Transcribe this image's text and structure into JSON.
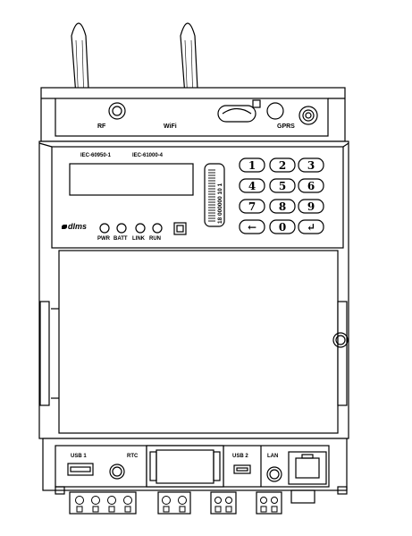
{
  "device": {
    "antenna_labels": {
      "rf": "RF",
      "wifi": "WiFi",
      "gprs": "GPRS"
    },
    "standards": [
      "IEC-60950-1",
      "IEC-61000-4"
    ],
    "brand": "dlms",
    "barcode_number": "18 000000 10 1",
    "leds": [
      "PWR",
      "BATT",
      "LINK",
      "RUN"
    ],
    "keypad": [
      "1",
      "2",
      "3",
      "4",
      "5",
      "6",
      "7",
      "8",
      "9",
      "←",
      "0",
      "↵"
    ],
    "ports": {
      "usb1": "USB 1",
      "rtc": "RTC",
      "usb2": "USB 2",
      "lan": "LAN"
    }
  }
}
